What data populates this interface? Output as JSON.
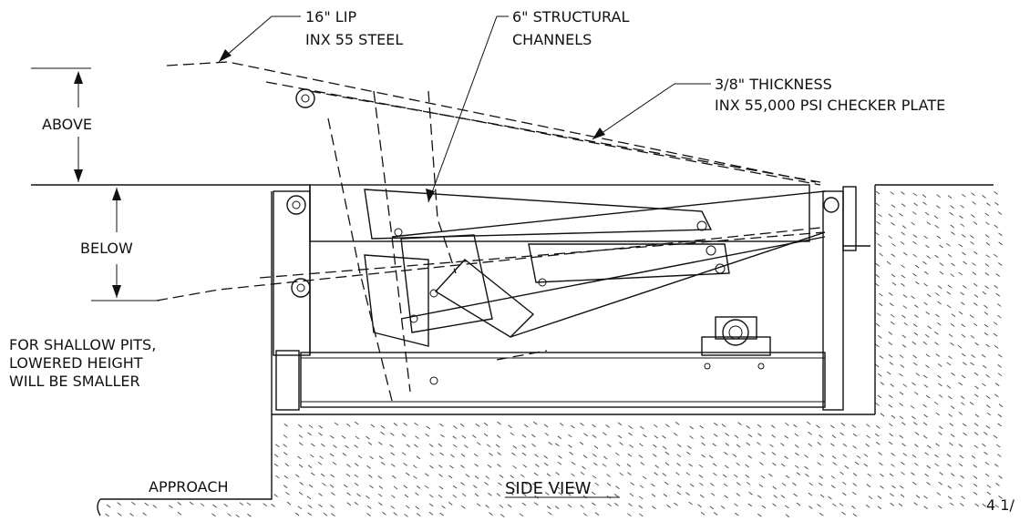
{
  "labels": {
    "lip": [
      "16\" LIP",
      "INX 55 STEEL"
    ],
    "channels": [
      "6\" STRUCTURAL",
      "CHANNELS"
    ],
    "plate": [
      "3/8\" THICKNESS",
      "INX 55,000 PSI CHECKER PLATE"
    ],
    "above": "ABOVE",
    "below": "BELOW",
    "shallow_note": [
      "FOR SHALLOW PITS,",
      "LOWERED HEIGHT",
      "WILL BE SMALLER"
    ],
    "approach": "APPROACH",
    "title": "SIDE VIEW",
    "page_ref": "4 1/"
  }
}
